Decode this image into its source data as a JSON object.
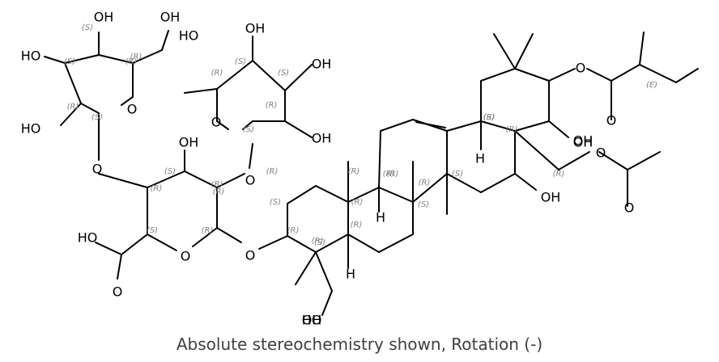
{
  "caption": "Absolute stereochemistry shown, Rotation (-)",
  "atom_labels": [
    "OH",
    "OH",
    "HO",
    "HO",
    "O",
    "O",
    "OH",
    "OH",
    "HO",
    "OH",
    "O",
    "OH",
    "O",
    "HO",
    "O",
    "O",
    "O",
    "OH",
    "H",
    "H",
    "H",
    "OH",
    "O",
    "O",
    "O",
    "O",
    "OH",
    "OH",
    "HO"
  ],
  "stereo_labels": [
    "(S)",
    "(R)",
    "(S)",
    "(R)",
    "(S)",
    "(S)",
    "(R)",
    "(S)",
    "(R)",
    "(R)",
    "(R)",
    "(S)",
    "(S)",
    "(R)",
    "(S)",
    "(R)",
    "(R)",
    "(R)",
    "(R)",
    "(R)",
    "(R)",
    "(S)",
    "(R)",
    "(R)",
    "(R)",
    "(S)",
    "(R)",
    "(R)",
    "(S)",
    "(R)",
    "(E)",
    "(S)",
    "(S)",
    "(R)",
    "(R)"
  ],
  "colors": {
    "bond": "#000000",
    "atom_text": "#000000",
    "stereo_text": "#808080",
    "caption_text": "#404040"
  }
}
